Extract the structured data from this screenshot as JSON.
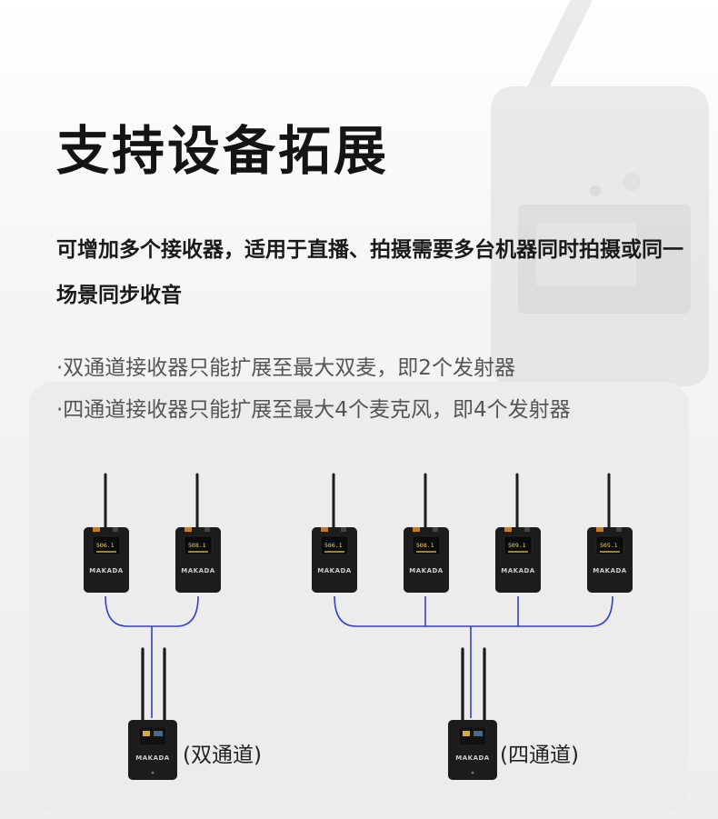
{
  "title": "支持设备拓展",
  "description": "可增加多个接收器，适用于直播、拍摄需要多台机器同时拍摄或同一场景同步收音",
  "bullets": [
    "·双通道接收器只能扩展至最大双麦，即2个发射器",
    "·四通道接收器只能扩展至最大4个麦克风，即4个发射器"
  ],
  "brand": "MAKADA",
  "left_group": {
    "label": "(双通道)",
    "transmitter_channels": [
      "506.1",
      "508.1"
    ]
  },
  "right_group": {
    "label": "(四通道)",
    "transmitter_channels": [
      "506.1",
      "508.1",
      "509.1",
      "505.1"
    ]
  },
  "colors": {
    "connector_line": "#3340c8",
    "device_body": "#1c1c1c",
    "screen_text": "#ffd54a",
    "panel": "#ececec"
  }
}
